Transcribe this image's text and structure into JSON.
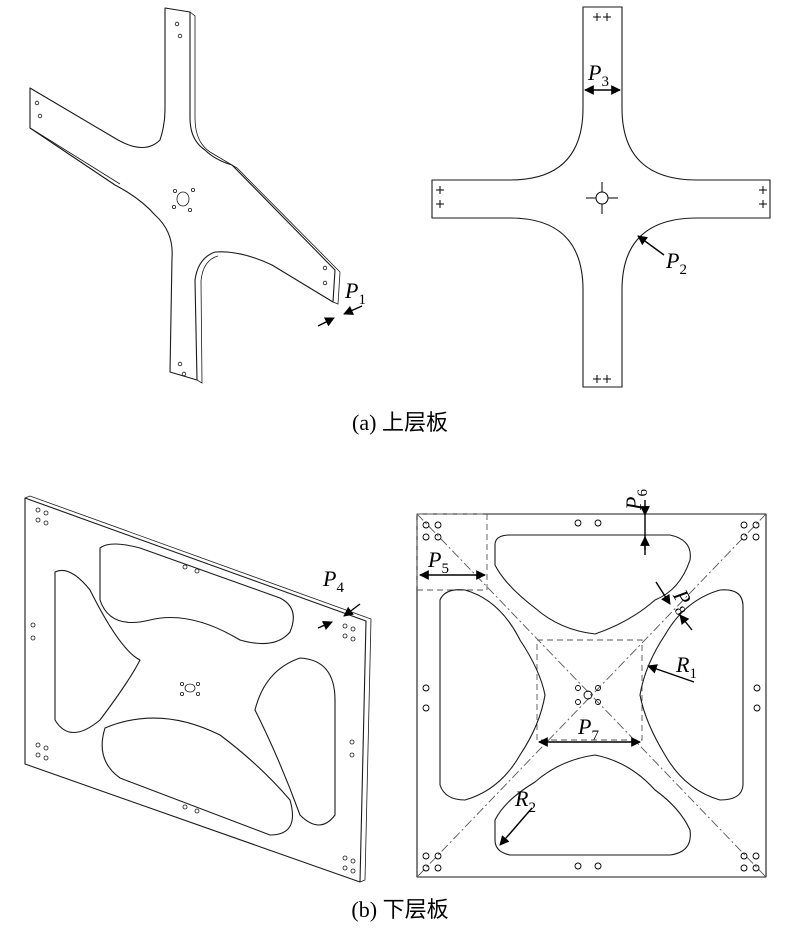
{
  "captions": {
    "a": "(a) 上层板",
    "b": "(b) 下层板"
  },
  "labels": {
    "p1": {
      "main": "P",
      "sub": "1"
    },
    "p2": {
      "main": "P",
      "sub": "2"
    },
    "p3": {
      "main": "P",
      "sub": "3"
    },
    "p4": {
      "main": "P",
      "sub": "4"
    },
    "p5": {
      "main": "P",
      "sub": "5"
    },
    "p6": {
      "main": "P",
      "sub": "6"
    },
    "p7": {
      "main": "P",
      "sub": "7"
    },
    "p8": {
      "main": "P",
      "sub": "8"
    },
    "r1": {
      "main": "R",
      "sub": "1"
    },
    "r2": {
      "main": "R",
      "sub": "2"
    }
  }
}
